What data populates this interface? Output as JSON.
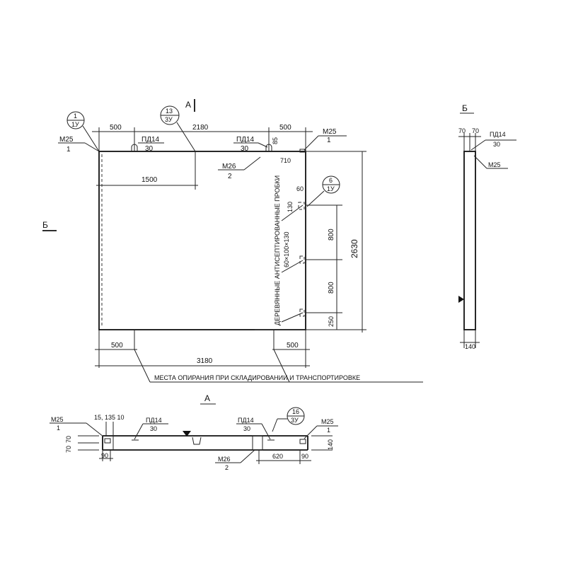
{
  "plan": {
    "section_mark_a": "А",
    "section_mark_b": "Б",
    "callout_1": {
      "top": "1",
      "bottom": "1У"
    },
    "callout_13": {
      "top": "13",
      "bottom": "3У"
    },
    "callout_6": {
      "top": "6",
      "bottom": "1У"
    },
    "dims": {
      "d500_left": "500",
      "d2180": "2180",
      "d500_right": "500",
      "d1500": "1500",
      "d85": "85",
      "d710": "710",
      "d60": "60",
      "d130": "130",
      "d800a": "800",
      "d800b": "800",
      "d250": "250",
      "d2630": "2630",
      "d500_bot_left": "500",
      "d500_bot_right": "500",
      "d3180": "3180"
    },
    "labels": {
      "m25_left": {
        "top": "М25",
        "bottom": "1"
      },
      "pd14_left": {
        "top": "ПД14",
        "bottom": "30"
      },
      "pd14_right": {
        "top": "ПД14",
        "bottom": "30"
      },
      "m25_right": {
        "top": "М25",
        "bottom": "1"
      },
      "m26": {
        "top": "М26",
        "bottom": "2"
      }
    },
    "wood_note": "ДЕРЕВЯННЫЕ АНТИСЕПТИРОВАННЫЕ ПРОБКИ",
    "wood_size": "60×100×130",
    "support_note": "МЕСТА ОПИРАНИЯ ПРИ СКЛАДИРОВАНИИ И ТРАНСПОРТИРОВКЕ"
  },
  "side_view": {
    "title": "Б",
    "d70a": "70",
    "d70b": "70",
    "pd14": {
      "top": "ПД14",
      "bottom": "30"
    },
    "m25": "М25",
    "d140": "140"
  },
  "section_a": {
    "title": "А",
    "m25_left": {
      "top": "М25",
      "bottom": "1"
    },
    "dims_top": "15, 135 10",
    "d70a": "70",
    "d70b": "70",
    "d90_left": "90",
    "pd14_left": {
      "top": "ПД14",
      "bottom": "30"
    },
    "pd14_right": {
      "top": "ПД14",
      "bottom": "30"
    },
    "callout_16": {
      "top": "16",
      "bottom": "3У"
    },
    "m25_right": {
      "top": "М25",
      "bottom": "1"
    },
    "d140": "140",
    "m26": {
      "top": "М26",
      "bottom": "2"
    },
    "d620": "620",
    "d90_right": "90"
  }
}
